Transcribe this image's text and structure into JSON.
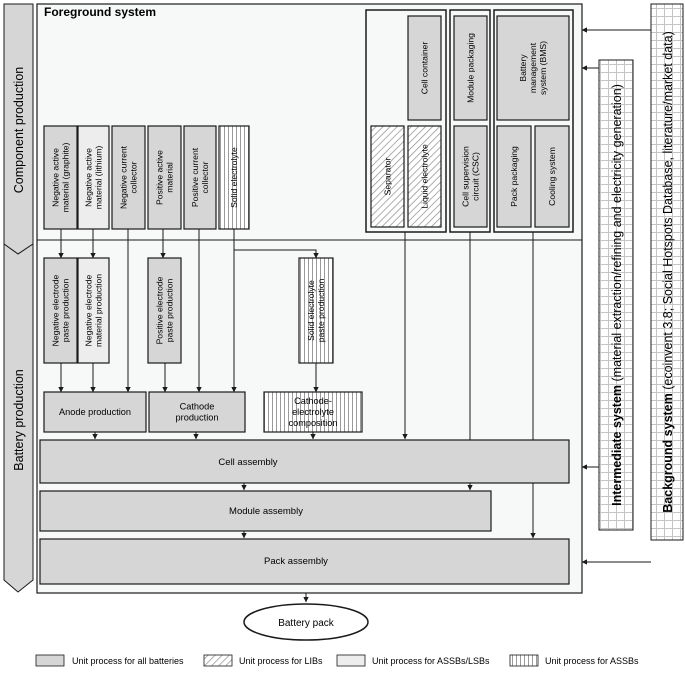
{
  "diagram": {
    "foreground_title": "Foreground system",
    "phases": {
      "component": "Component production",
      "battery": "Battery production"
    },
    "side_systems": {
      "intermediate_bold": "Intermediate system",
      "intermediate_rest": " (material extraction/refining and electricity generation)",
      "background_bold": "Background system",
      "background_rest": " (ecoinvent 3.8; Social Hotspots Database, literature/market data)"
    },
    "components": {
      "neg_graphite": [
        "Negative active",
        "material (graphite)"
      ],
      "neg_lithium": [
        "Negative active",
        "material (lithium)"
      ],
      "neg_collector": [
        "Negative current",
        "collector"
      ],
      "pos_active": [
        "Positive active",
        "material"
      ],
      "pos_collector": [
        "Positive current",
        "collector"
      ],
      "solid_electrolyte": [
        "Solid electrolyte"
      ],
      "separator": [
        "Separator"
      ],
      "liquid_electrolyte": [
        "Liquid electrolyte"
      ],
      "cell_container": [
        "Cell container"
      ],
      "csc": [
        "Cell supervision",
        "circuit (CSC)"
      ],
      "module_packaging": [
        "Module packaging"
      ],
      "pack_packaging": [
        "Pack packaging"
      ],
      "cooling_system": [
        "Cooling system"
      ],
      "bms": [
        "Battery",
        "management",
        "system (BMS)"
      ]
    },
    "paste": {
      "neg_paste": [
        "Negative electrode",
        "paste production"
      ],
      "neg_material": [
        "Negative electrode",
        "material production"
      ],
      "pos_paste": [
        "Positive electrode",
        "paste production"
      ],
      "solid_paste": [
        "Solid electrolyte",
        "paste production"
      ]
    },
    "production": {
      "anode": [
        "Anode production"
      ],
      "cathode": [
        "Cathode",
        "production"
      ],
      "cathode_electrolyte": [
        "Cathode-",
        "electrolyte",
        "composition"
      ]
    },
    "assembly": {
      "cell": "Cell assembly",
      "module": "Module assembly",
      "pack": "Pack assembly"
    },
    "output": "Battery pack",
    "legend": [
      {
        "key": "all",
        "label": "Unit process for all batteries"
      },
      {
        "key": "libs",
        "label": "Unit process for LIBs"
      },
      {
        "key": "assbs_lsbs",
        "label": "Unit process for ASSBs/LSBs"
      },
      {
        "key": "assbs",
        "label": "Unit process for ASSBs"
      }
    ],
    "colors": {
      "all_batteries": "#d6d6d6",
      "assbs_lsbs": "#ededed",
      "foreground_bg": "#f7f9f9",
      "border": "#1a1a1a"
    }
  }
}
